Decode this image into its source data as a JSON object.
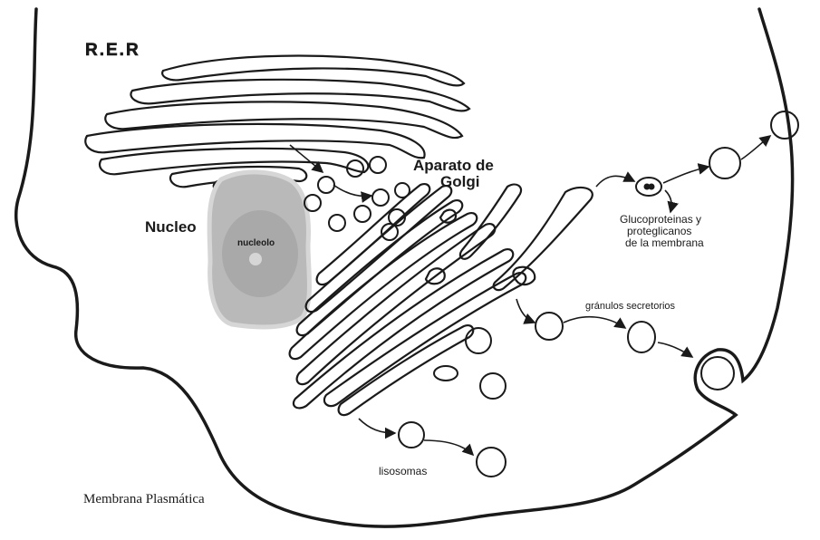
{
  "labels": {
    "rer": "R.E.R",
    "golgi_line1": "Aparato de",
    "golgi_line2": "Golgi",
    "nucleo": "Nucleo",
    "nucleolo": "nucleolo",
    "glyco_line1": "Glucoproteinas y",
    "glyco_line2": "proteglicanos",
    "glyco_line3": "de la membrana",
    "granulos": "gránulos secretorios",
    "lisosomas": "lisosomas",
    "membrana": "Membrana Plasmática"
  },
  "colors": {
    "stroke": "#1a1a1a",
    "nucleus_fill": "#b9b9b9",
    "nucleus_edge": "#d6d6d6",
    "nucleolus_fill": "#9c9c9c"
  }
}
